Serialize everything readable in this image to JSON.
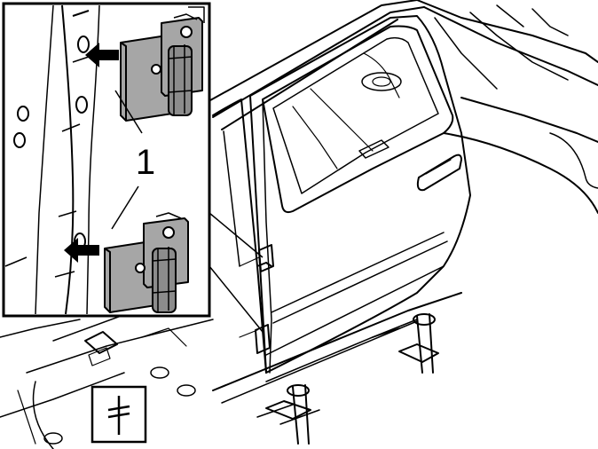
{
  "diagram": {
    "callout_number": "1",
    "inset": {
      "hinge_count": 2,
      "arrow_count": 2
    },
    "symbol_box": {
      "icon": "fastener-tolerance-symbol"
    },
    "colors": {
      "line": "#000000",
      "paper": "#ffffff",
      "hinge_fill": "#a6a6a6",
      "hinge_dark": "#7a7a7a"
    }
  }
}
